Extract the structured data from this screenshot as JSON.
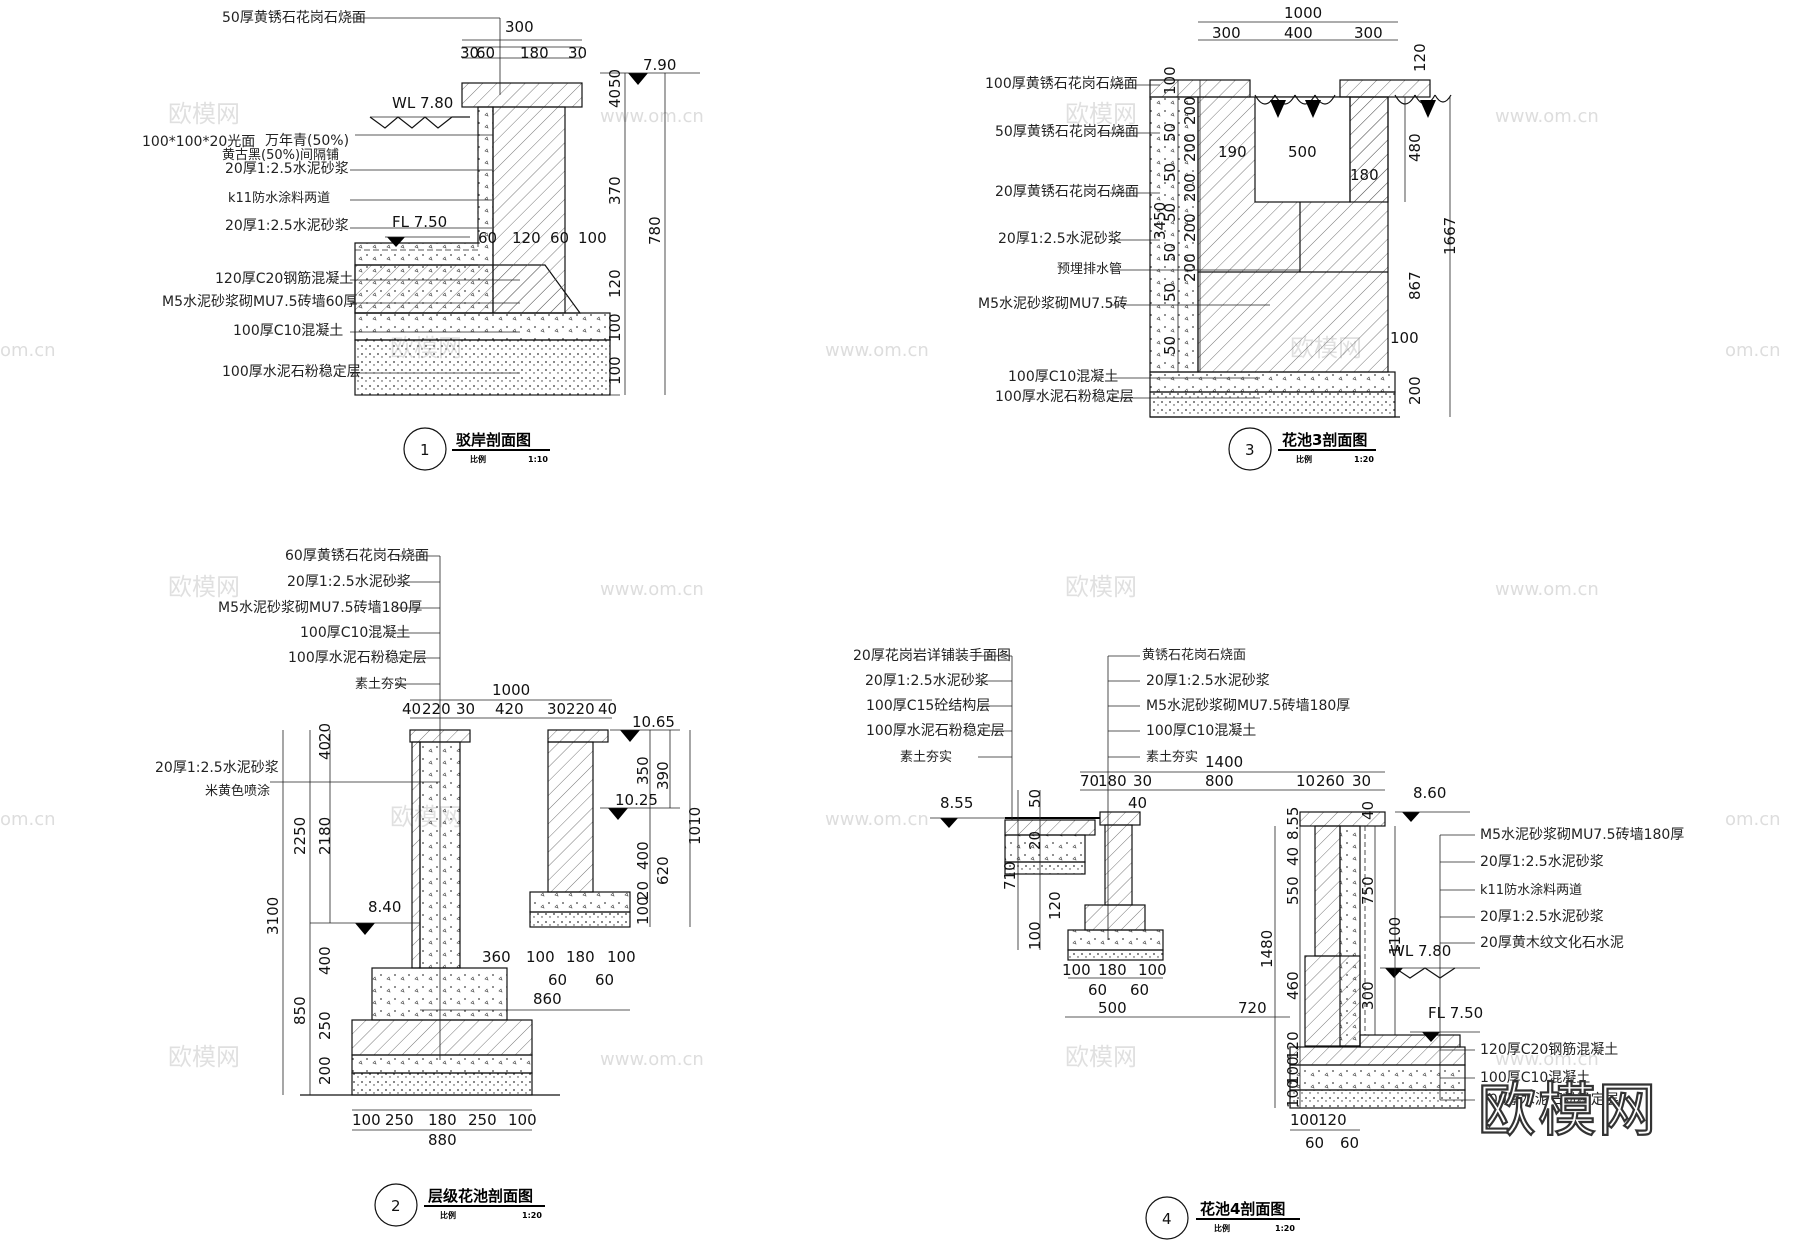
{
  "section1": {
    "number": "1",
    "title": "驳岸剖面图",
    "scale_label": "比例",
    "scale": "1:10",
    "labels": [
      "50厚黄锈石花岗石烧面",
      "100*100*20光面",
      "万年青(50%)",
      "黄古黑(50%)间隔铺",
      "20厚1:2.5水泥砂浆",
      "k11防水涂料两道",
      "20厚1:2.5水泥砂浆",
      "120厚C20钢筋混凝土",
      "M5水泥砂浆砌MU7.5砖墙60厚",
      "100厚C10混凝土",
      "100厚水泥石粉稳定层"
    ],
    "dims": [
      "300",
      "30",
      "60",
      "180",
      "30",
      "40",
      "50",
      "370",
      "780",
      "120",
      "100",
      "100",
      "120",
      "60",
      "100",
      "60"
    ],
    "levels": [
      "7.90",
      "WL 7.80",
      "FL 7.50"
    ]
  },
  "section2": {
    "number": "2",
    "title": "层级花池剖面图",
    "scale_label": "比例",
    "scale": "1:20",
    "labels": [
      "60厚黄锈石花岗石烧面",
      "20厚1:2.5水泥砂浆",
      "M5水泥砂浆砌MU7.5砖墙180厚",
      "100厚C10混凝土",
      "100厚水泥石粉稳定层",
      "素土夯实",
      "20厚1:2.5水泥砂浆",
      "米黄色喷涂"
    ],
    "dims": [
      "1000",
      "40",
      "220",
      "30",
      "420",
      "30",
      "220",
      "40",
      "20",
      "40",
      "2250",
      "2180",
      "3100",
      "400",
      "850",
      "250",
      "200",
      "350",
      "390",
      "1010",
      "400",
      "620",
      "100",
      "20",
      "360",
      "100",
      "180",
      "100",
      "60",
      "60",
      "860",
      "100",
      "250",
      "180",
      "250",
      "100",
      "880"
    ],
    "levels": [
      "10.65",
      "10.25",
      "8.40"
    ]
  },
  "section3": {
    "number": "3",
    "title": "花池3剖面图",
    "scale_label": "比例",
    "scale": "1:20",
    "labels": [
      "100厚黄锈石花岗石烧面",
      "50厚黄锈石花岗石烧面",
      "20厚黄锈石花岗石烧面",
      "20厚1:2.5水泥砂浆",
      "预埋排水管",
      "M5水泥砂浆砌MU7.5砖",
      "100厚C10混凝土",
      "100厚水泥石粉稳定层"
    ],
    "dims": [
      "1000",
      "300",
      "400",
      "300",
      "120",
      "100",
      "200",
      "50",
      "50",
      "50",
      "50",
      "50",
      "200",
      "200",
      "200",
      "200",
      "3450",
      "190",
      "500",
      "180",
      "480",
      "1667",
      "867",
      "100",
      "50",
      "100",
      "200"
    ]
  },
  "section4": {
    "number": "4",
    "title": "花池4剖面图",
    "scale_label": "比例",
    "scale": "1:20",
    "labels_left": [
      "20厚花岗岩详铺装手面图",
      "20厚1:2.5水泥砂浆",
      "100厚C15砼结构层",
      "100厚水泥石粉稳定层",
      "素土夯实"
    ],
    "labels_mid": [
      "黄锈石花岗石烧面",
      "20厚1:2.5水泥砂浆",
      "M5水泥砂浆砌MU7.5砖墙180厚",
      "100厚C10混凝土",
      "素土夯实"
    ],
    "labels_right": [
      "M5水泥砂浆砌MU7.5砖墙180厚",
      "20厚1:2.5水泥砂浆",
      "k11防水涂料两道",
      "20厚1:2.5水泥砂浆",
      "20厚黄木纹文化石水泥",
      "120厚C20钢筋混凝土",
      "100厚C10混凝土",
      "100厚水泥石粉稳定层"
    ],
    "dims": [
      "1400",
      "70",
      "180",
      "30",
      "800",
      "10",
      "260",
      "30",
      "40",
      "50",
      "8.55",
      "40",
      "60",
      "50",
      "20",
      "120",
      "710",
      "100",
      "100",
      "180",
      "100",
      "60",
      "500",
      "60",
      "550",
      "750",
      "1100",
      "40",
      "1480",
      "460",
      "720",
      "300",
      "120",
      "100",
      "100",
      "100",
      "120",
      "60",
      "60"
    ],
    "levels": [
      "8.55",
      "8.60",
      "WL 7.80",
      "FL 7.50"
    ]
  },
  "watermark": {
    "cn": "欧模网",
    "url": "www.om.cn",
    "url_short": "om.cn"
  },
  "logo": "欧模网"
}
